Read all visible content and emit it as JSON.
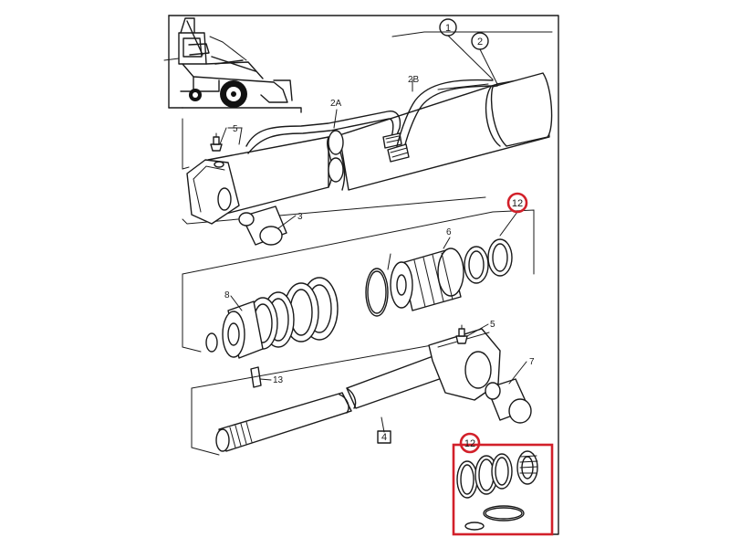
{
  "colors": {
    "highlight": "#d2202a",
    "line": "#1a1a1a"
  },
  "callouts": {
    "c1": "1",
    "c2": "2",
    "c2a": "2A",
    "c2b": "2B",
    "c3": "3",
    "c4": "4",
    "c5a": "5",
    "c5b": "5",
    "c6": "6",
    "c7": "7",
    "c8": "8",
    "c12a": "12",
    "c12b": "12",
    "c13": "13"
  },
  "icons": {
    "machine": "backhoe-loader-icon"
  }
}
